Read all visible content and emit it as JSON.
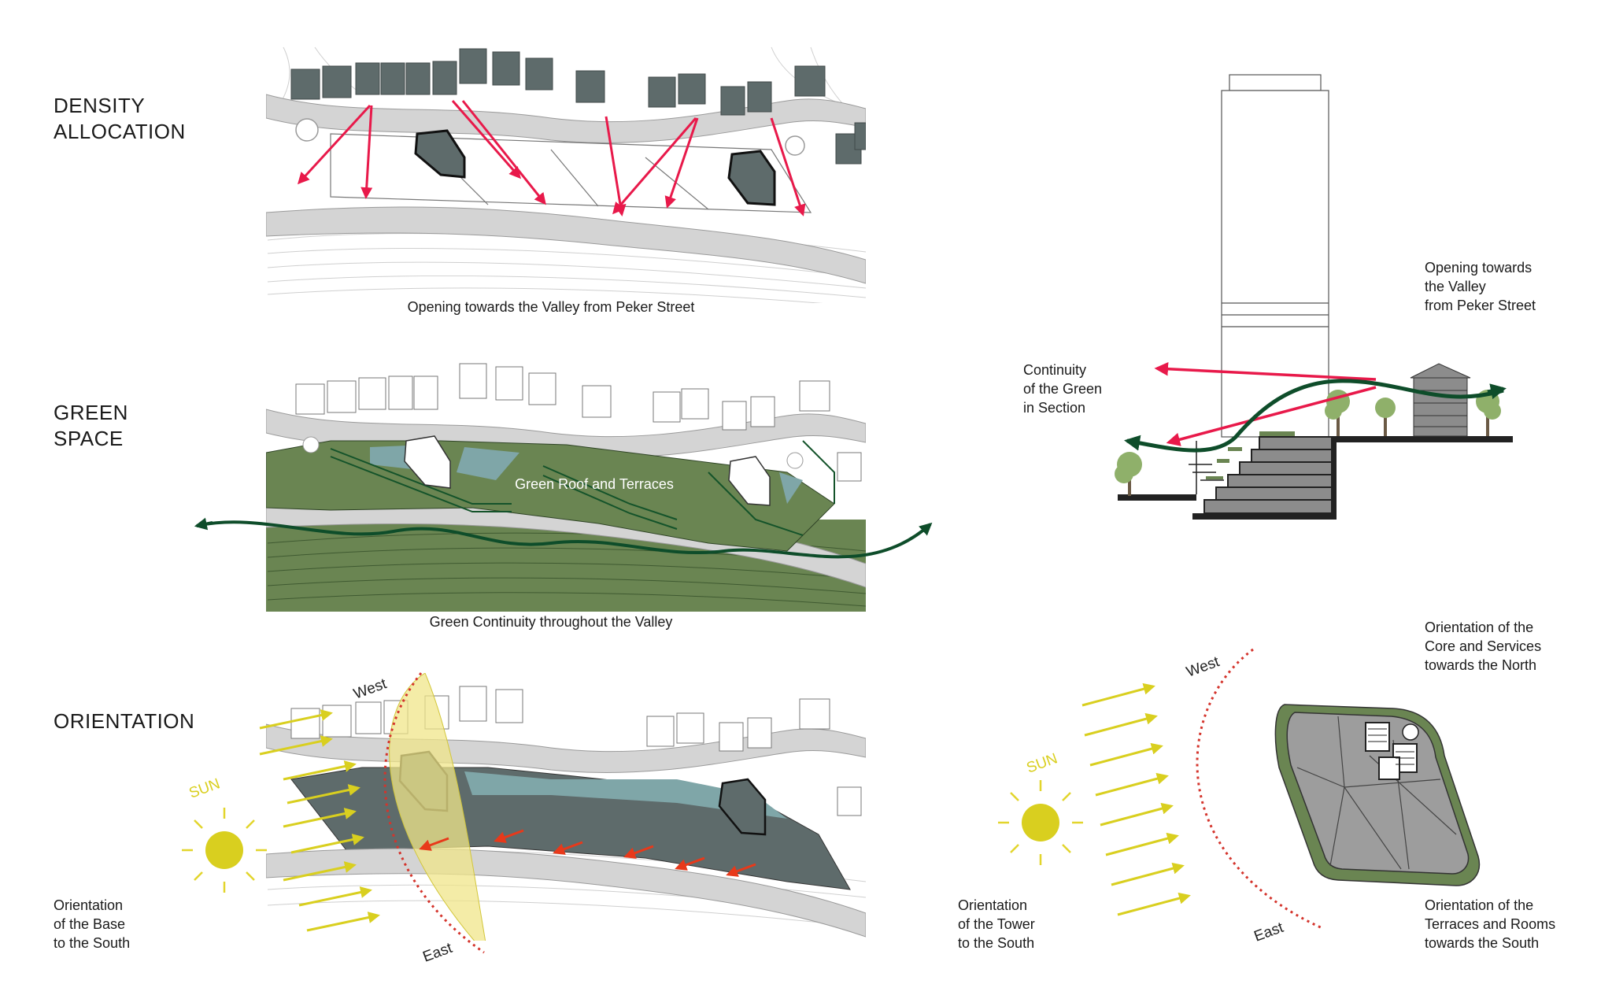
{
  "headings": {
    "density": "DENSITY\nALLOCATION",
    "green": "GREEN\nSPACE",
    "orientation": "ORIENTATION"
  },
  "captions": {
    "density_plan": "Opening towards the Valley from Peker Street",
    "green_plan": "Green Continuity throughout the Valley",
    "green_roof": "Green Roof and Terraces",
    "section_opening": "Opening towards\nthe Valley\nfrom Peker Street",
    "section_green": "Continuity\nof the Green\nin Section",
    "base_south": "Orientation\nof the Base\nto the South",
    "tower_south": "Orientation\nof the Tower\nto the South",
    "core_north": "Orientation of the\nCore and Services\ntowards the North",
    "terraces_south": "Orientation of the\nTerraces and Rooms\ntowards the South"
  },
  "labels": {
    "sun": "SUN",
    "west": "West",
    "east": "East"
  },
  "colors": {
    "opening_arrow": "#e8194a",
    "green_arrow": "#0e4d2a",
    "green_fill": "#6a8552",
    "building_dark": "#5e6b6b",
    "teal": "#7fa6a8",
    "sun": "#d9cf1f",
    "sun_ray": "#e2d52c",
    "arc": "#d4342c",
    "small_arrow": "#e8391a"
  }
}
